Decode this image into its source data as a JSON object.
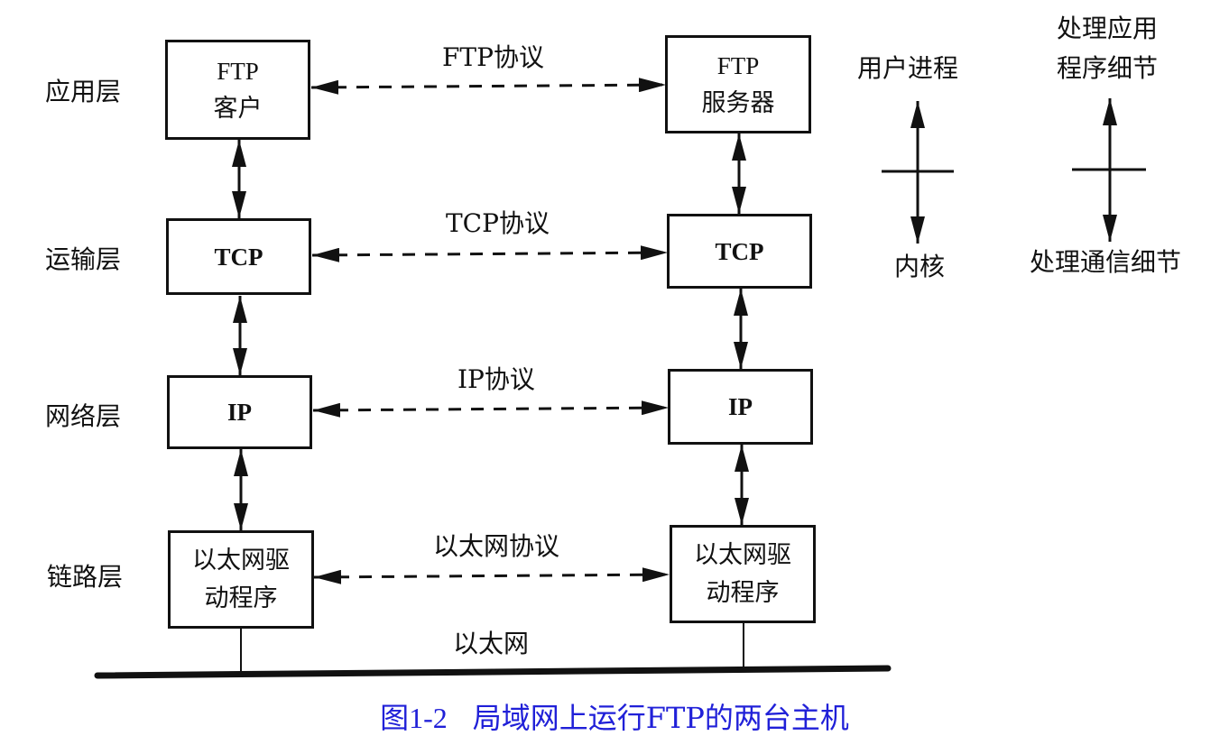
{
  "layers": [
    {
      "id": "application",
      "label": "应用层"
    },
    {
      "id": "transport",
      "label": "运输层"
    },
    {
      "id": "network",
      "label": "网络层"
    },
    {
      "id": "link",
      "label": "链路层"
    }
  ],
  "client": {
    "application": {
      "line1": "FTP",
      "line2": "客户"
    },
    "transport": {
      "line1": "TCP"
    },
    "network": {
      "line1": "IP"
    },
    "link": {
      "line1": "以太网驱",
      "line2": "动程序"
    }
  },
  "server": {
    "application": {
      "line1": "FTP",
      "line2": "服务器"
    },
    "transport": {
      "line1": "TCP"
    },
    "network": {
      "line1": "IP"
    },
    "link": {
      "line1": "以太网驱",
      "line2": "动程序"
    }
  },
  "protocols": {
    "application": "FTP协议",
    "transport": "TCP协议",
    "network": "IP协议",
    "link": "以太网协议"
  },
  "medium": {
    "label": "以太网"
  },
  "legend": {
    "left": {
      "top": "用户进程",
      "bottom": "内核"
    },
    "right": {
      "top_line1": "处理应用",
      "top_line2": "程序细节",
      "bottom": "处理通信细节"
    }
  },
  "caption": {
    "number": "图1-2",
    "text": "局域网上运行FTP的两台主机"
  },
  "colors": {
    "ink": "#111111",
    "caption": "#2020d8",
    "background": "#ffffff"
  }
}
